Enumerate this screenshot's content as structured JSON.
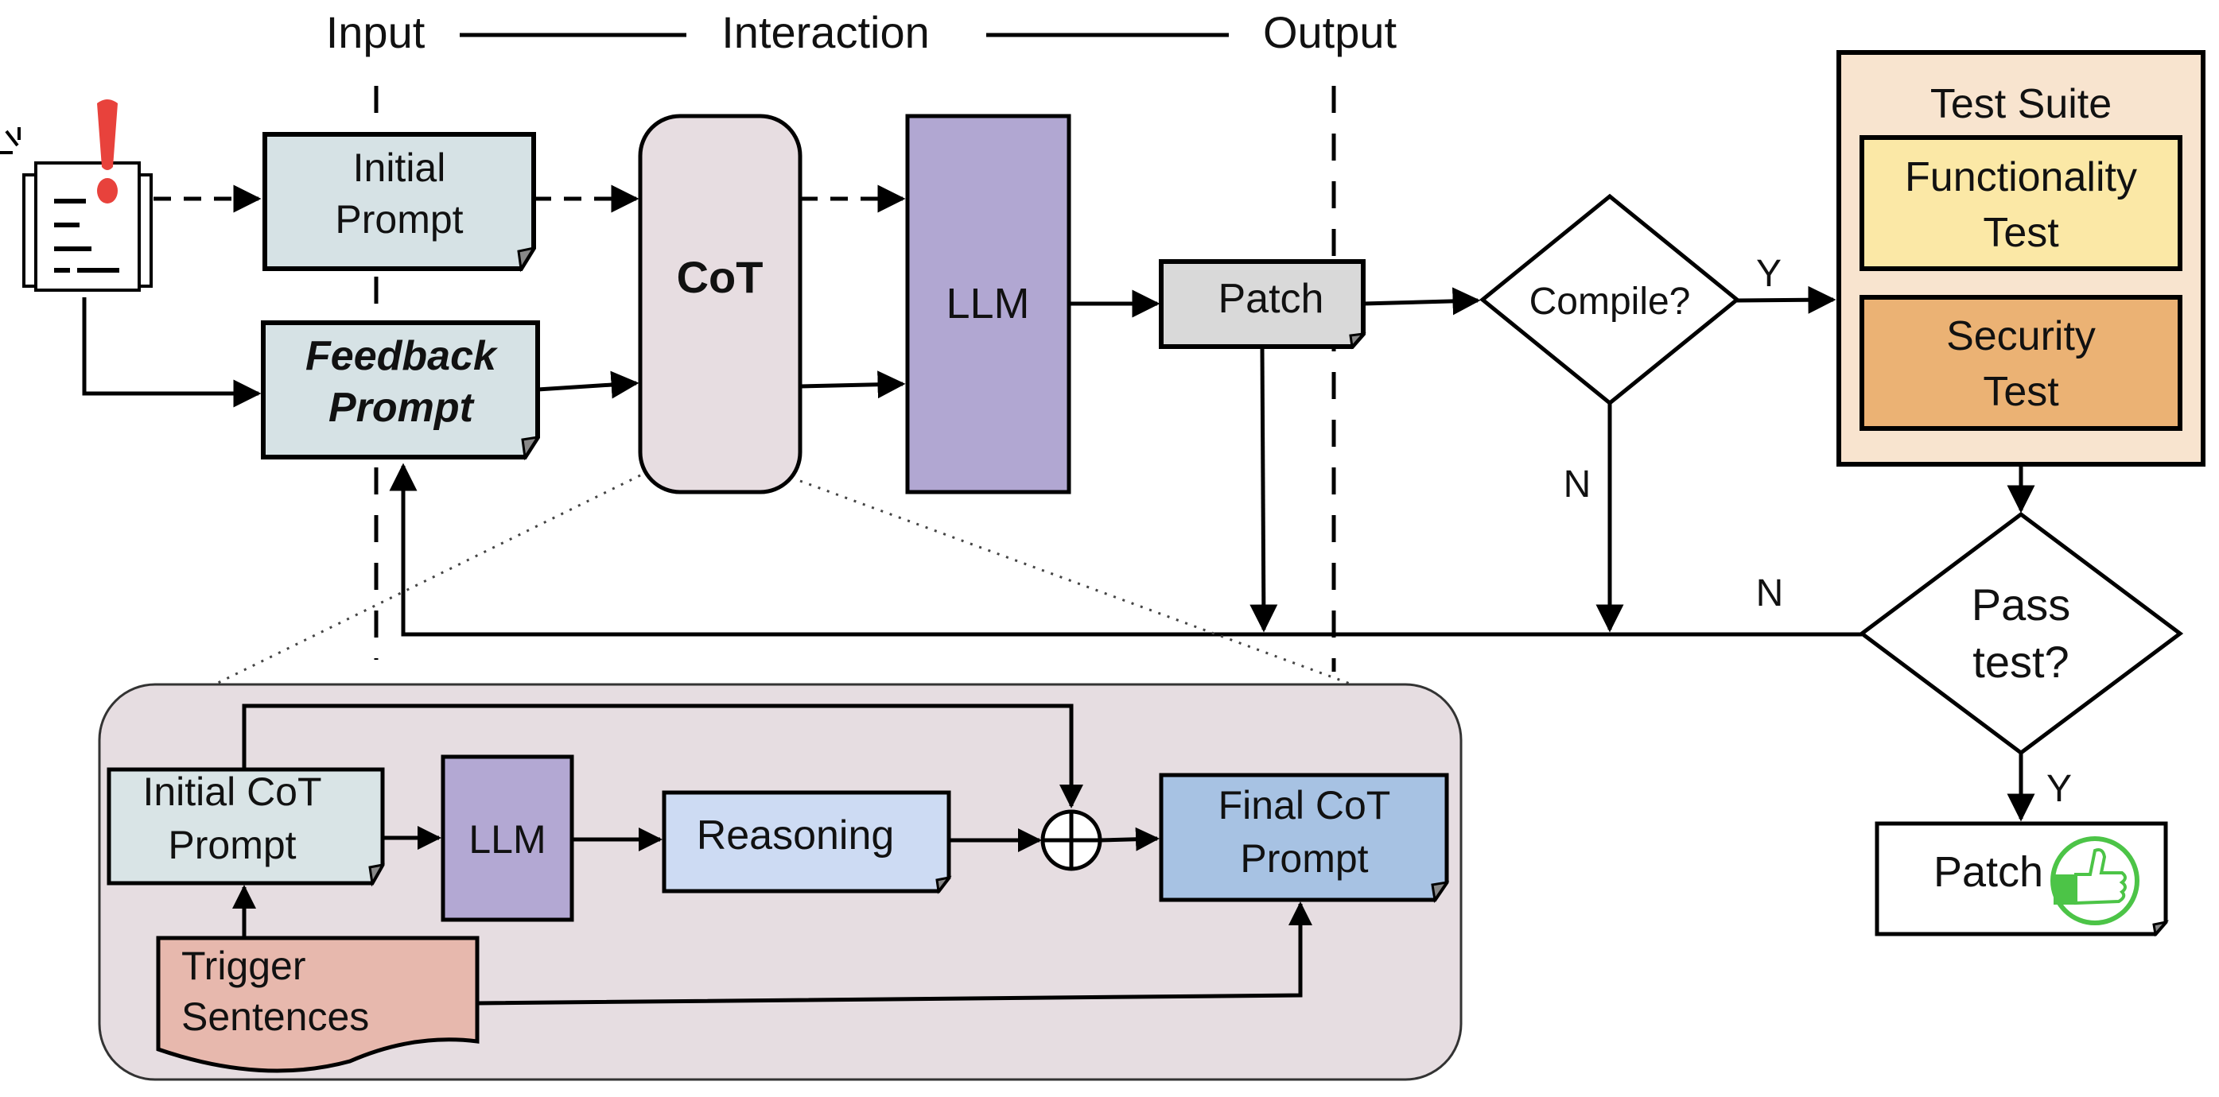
{
  "header": {
    "input": "Input",
    "interaction": "Interaction",
    "output": "Output"
  },
  "nodes": {
    "initial_prompt": [
      "Initial",
      "Prompt"
    ],
    "feedback_prompt": [
      "Feedback",
      "Prompt"
    ],
    "cot": "CoT",
    "llm": "LLM",
    "patch": "Patch",
    "compile": "Compile?",
    "test_suite": {
      "title": "Test Suite",
      "functionality": [
        "Functionality",
        "Test"
      ],
      "security": [
        "Security",
        "Test"
      ]
    },
    "pass_test": [
      "Pass",
      "test?"
    ],
    "final_patch": "Patch"
  },
  "edge_labels": {
    "compile_yes": "Y",
    "compile_no": "N",
    "pass_no": "N",
    "pass_yes": "Y"
  },
  "cot_detail": {
    "initial_cot_prompt": [
      "Initial CoT",
      "Prompt"
    ],
    "llm": "LLM",
    "reasoning": "Reasoning",
    "final_cot_prompt": [
      "Final CoT",
      "Prompt"
    ],
    "trigger_sentences": [
      "Trigger",
      "Sentences"
    ]
  },
  "icons": {
    "vulnerable_code": "document-alert-icon",
    "success": "thumbs-up-icon",
    "combine": "circle-plus-icon"
  },
  "colors": {
    "prompt_fill": "#d6e2e5",
    "cot_fill": "#e7dde1",
    "llm_fill": "#b1a7d2",
    "patch_fill": "#d9d9d9",
    "suite_fill": "#f8e4cf",
    "functionality_fill": "#fbe8a6",
    "security_fill": "#ebb274",
    "panel_fill": "#e6dde1",
    "reasoning_fill": "#cddbf3",
    "final_cot_fill": "#a7c2e3",
    "trigger_fill": "#e7b8ad",
    "alert_red": "#e8423c",
    "success_green": "#4cc447"
  }
}
